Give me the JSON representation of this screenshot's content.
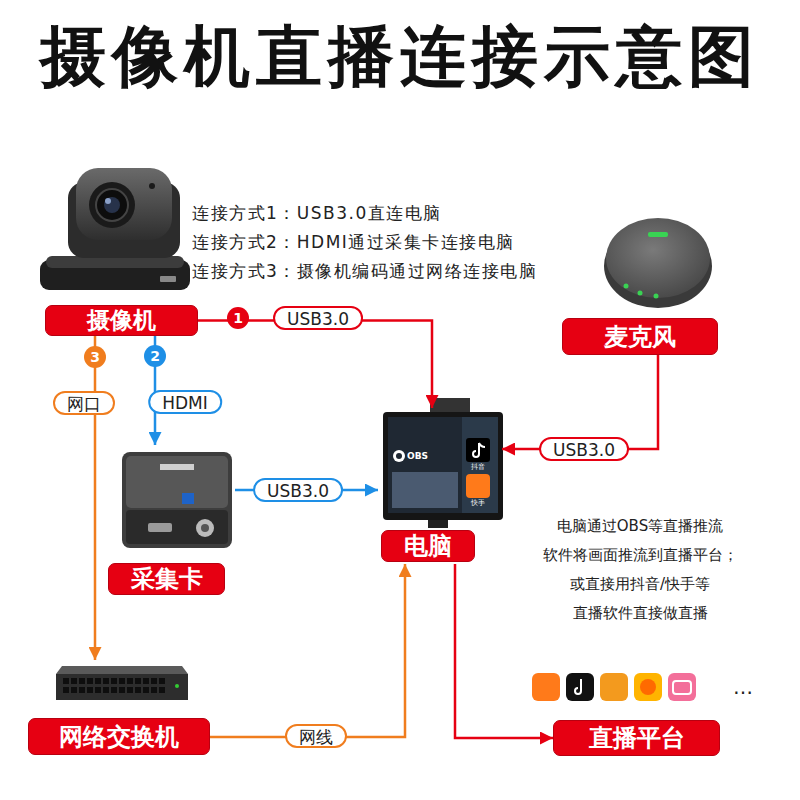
{
  "diagram": {
    "title": "摄像机直播连接示意图",
    "nodes": [
      {
        "text": [
          "摄像机"
        ]
      },
      {
        "text": [
          "麦克风"
        ]
      },
      {
        "text": [
          "电脑"
        ]
      },
      {
        "text": [
          "采集卡"
        ]
      },
      {
        "text": [
          "网络交换机"
        ]
      },
      {
        "text": [
          "直播平台"
        ]
      }
    ],
    "edges": [
      {
        "from": 0,
        "to": 2,
        "label": "USB3.0",
        "arrow": "to"
      },
      {
        "from": 0,
        "to": 3,
        "label": "HDMI",
        "arrow": "to"
      },
      {
        "from": 0,
        "to": 4,
        "label": "网口",
        "arrow": "to"
      },
      {
        "from": 1,
        "to": 2,
        "label": "USB3.0",
        "arrow": "to"
      },
      {
        "from": 3,
        "to": 2,
        "label": "USB3.0",
        "arrow": "to"
      },
      {
        "from": 4,
        "to": 2,
        "label": "网线",
        "arrow": "to"
      },
      {
        "from": 2,
        "to": 5,
        "arrow": "to"
      }
    ],
    "labels": [
      "连接方式1：USB3.0直连电脑",
      "连接方式2：HDMI通过采集卡连接电脑",
      "连接方式3：摄像机编码通过网络连接电脑",
      "1",
      "2",
      "3",
      "OBS",
      "抖音",
      "快手",
      "电脑通过OBS等直播推流 软件将画面推流到直播平台； 或直接用抖音/快手等 直播软件直接做直播",
      "…"
    ]
  }
}
